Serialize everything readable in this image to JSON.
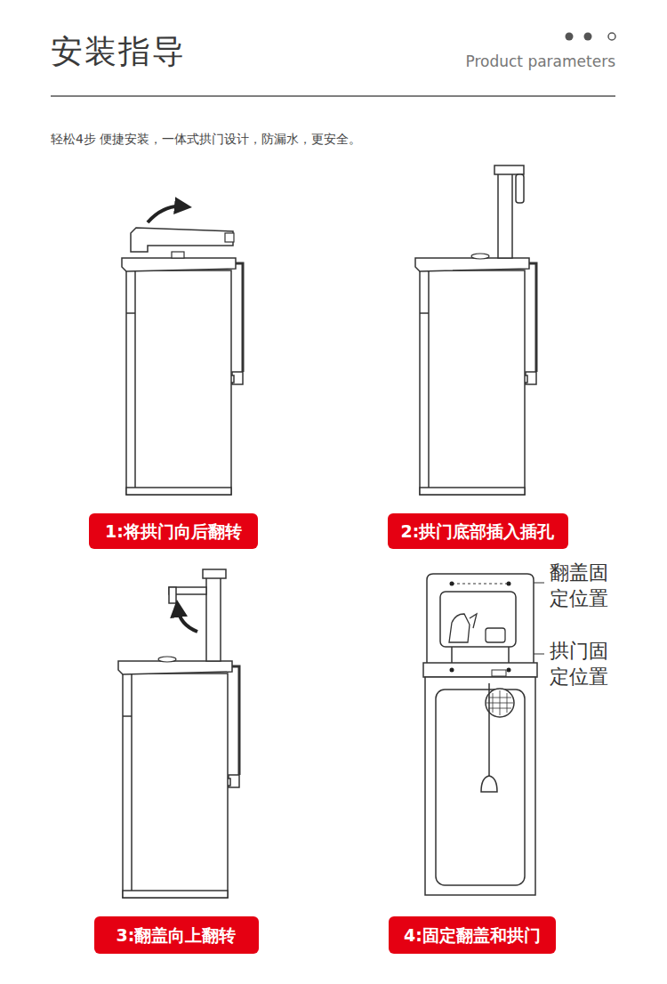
{
  "diagram": {
    "title": "安装指导",
    "nodes": [
      {
        "text": [
          "1:将拱门向后翻转"
        ]
      },
      {
        "text": [
          "2:拱门底部插入插孔"
        ]
      },
      {
        "text": [
          "3:翻盖向上翻转"
        ]
      },
      {
        "text": [
          "4:固定翻盖和拱门"
        ]
      }
    ],
    "labels": [
      "Product parameters",
      "轻松4步 便捷安装，一体式拱门设计，防漏水，更安全。",
      "翻盖固 定位置",
      "拱门固 定位置"
    ]
  }
}
